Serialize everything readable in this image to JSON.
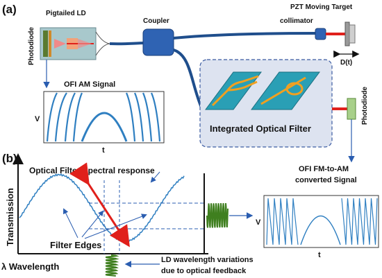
{
  "panel_a": {
    "label": "(a)",
    "photodiode_left": "Photodiode",
    "pigtailed_ld": "Pigtailed LD",
    "coupler": "Coupler",
    "collimator": "collimator",
    "target": "PZT Moving Target",
    "distance": "D(t)",
    "am_signal_title": "OFI AM Signal",
    "am_v": "V",
    "am_t": "t",
    "filter_label": "Integrated Optical Filter",
    "photodiode_right": "Photodiode",
    "fm_title_line1": "OFI FM-to-AM",
    "fm_title_line2": "converted Signal",
    "fm_v": "V",
    "fm_t": "t"
  },
  "panel_b": {
    "label": "(b)",
    "spectral_title": "Optical Filter Spectral response",
    "ylabel": "Transmission",
    "xlabel": "λ Wavelength",
    "filter_edges": "Filter Edges",
    "variation_line1": "LD wavelength variations",
    "variation_line2": "due to optical feedback"
  },
  "colors": {
    "fiber": "#1f4e8c",
    "coupler": "#2f63b3",
    "trace": "#2f7fc1",
    "arrow_red": "#e0201b",
    "dashed": "#2a5db0",
    "green_signal": "#3f7f1f",
    "filter_box_bg": "#dde3f0",
    "waveguide": "#f0a020",
    "chip": "#2a9fb5"
  }
}
